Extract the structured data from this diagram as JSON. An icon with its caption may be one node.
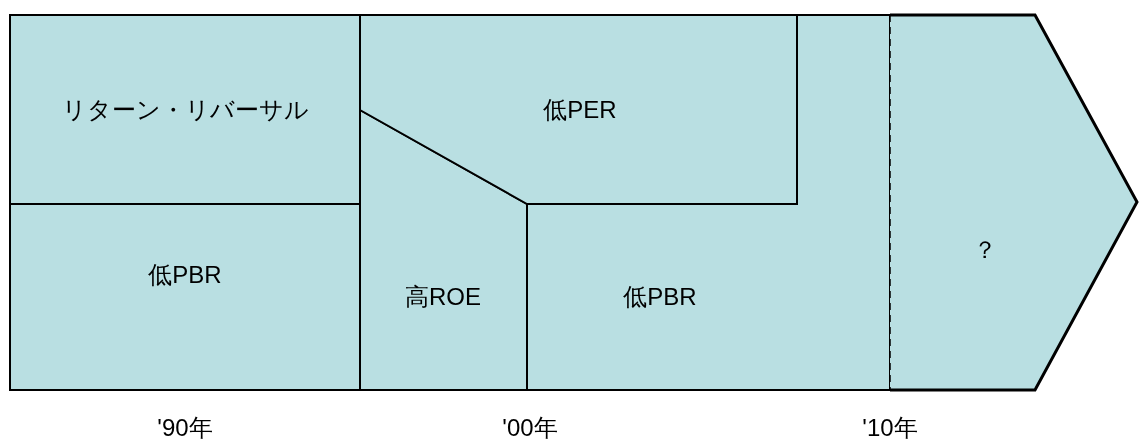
{
  "diagram": {
    "nodes": [
      {
        "text": [
          "リターン・リバーサル"
        ]
      },
      {
        "text": [
          "低PBR"
        ]
      },
      {
        "text": [
          "高ROE"
        ]
      },
      {
        "text": [
          "低PER"
        ]
      },
      {
        "text": [
          "低PBR"
        ]
      },
      {
        "text": [
          "？"
        ]
      }
    ],
    "labels": [
      "'90年",
      "'00年",
      "'10年"
    ]
  }
}
